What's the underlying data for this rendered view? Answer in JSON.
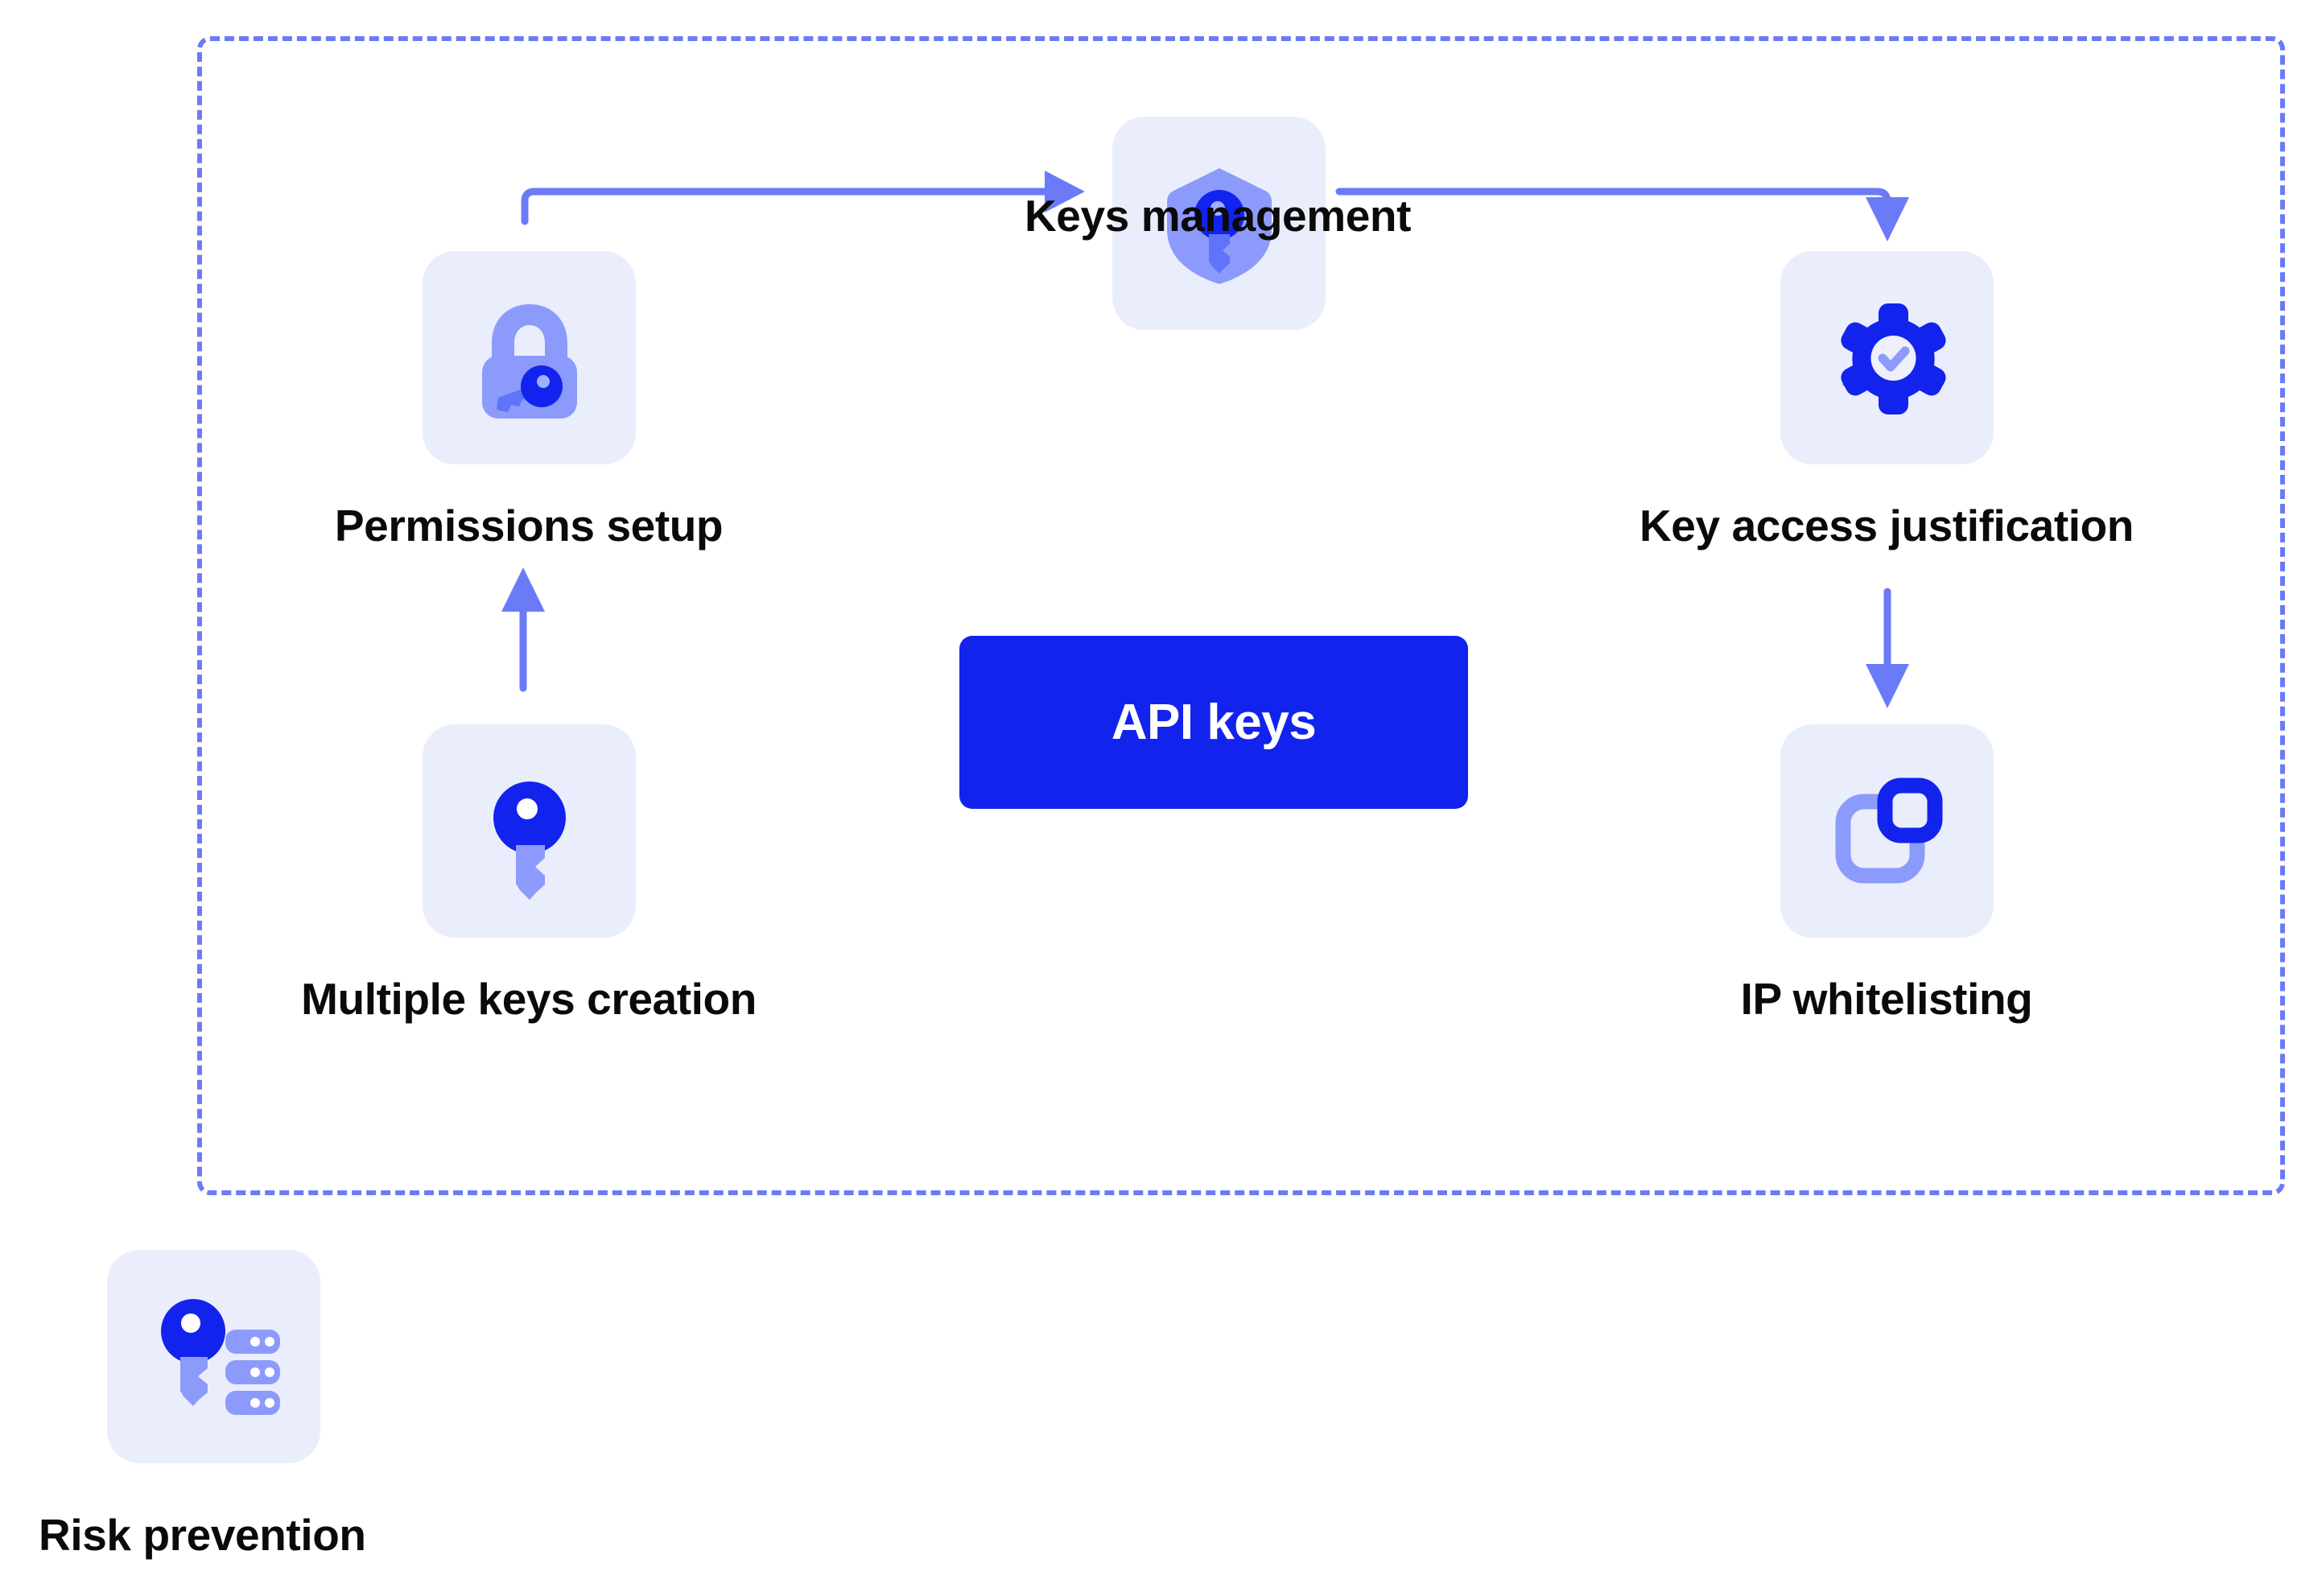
{
  "diagram": {
    "type": "flow-diagram",
    "title_node": "API keys",
    "container": {
      "style": "dashed",
      "color": "#6b7bf7"
    },
    "palette": {
      "primary_blue": "#1323ee",
      "light_blue": "#8c9bfb",
      "tile_background": "#eaeefc",
      "connector_blue": "#6b7bf7",
      "label_text": "#0a0a0a",
      "page_background": "#ffffff"
    },
    "center": {
      "label": "API keys"
    },
    "nodes": [
      {
        "id": "permissions-setup",
        "label": "Permissions setup",
        "icon": "padlock-key-icon",
        "inside_container": true
      },
      {
        "id": "keys-management",
        "label": "Keys management",
        "icon": "shield-key-icon",
        "inside_container": true
      },
      {
        "id": "key-access-justification",
        "label": "Key access justification",
        "icon": "gear-check-key-icon",
        "inside_container": true
      },
      {
        "id": "multiple-keys-creation",
        "label": "Multiple keys creation",
        "icon": "key-icon",
        "inside_container": true
      },
      {
        "id": "ip-whitelisting",
        "label": "IP whitelisting",
        "icon": "overlapping-squares-icon",
        "inside_container": true
      },
      {
        "id": "risk-prevention",
        "label": "Risk prevention",
        "icon": "key-server-icon",
        "inside_container": false
      }
    ],
    "connections": [
      {
        "from": "multiple-keys-creation",
        "to": "permissions-setup",
        "direction": "up",
        "shape": "straight"
      },
      {
        "from": "permissions-setup",
        "to": "keys-management",
        "direction": "right",
        "shape": "elbow"
      },
      {
        "from": "keys-management",
        "to": "key-access-justification",
        "direction": "right-down",
        "shape": "elbow"
      },
      {
        "from": "key-access-justification",
        "to": "ip-whitelisting",
        "direction": "down",
        "shape": "straight"
      }
    ]
  }
}
